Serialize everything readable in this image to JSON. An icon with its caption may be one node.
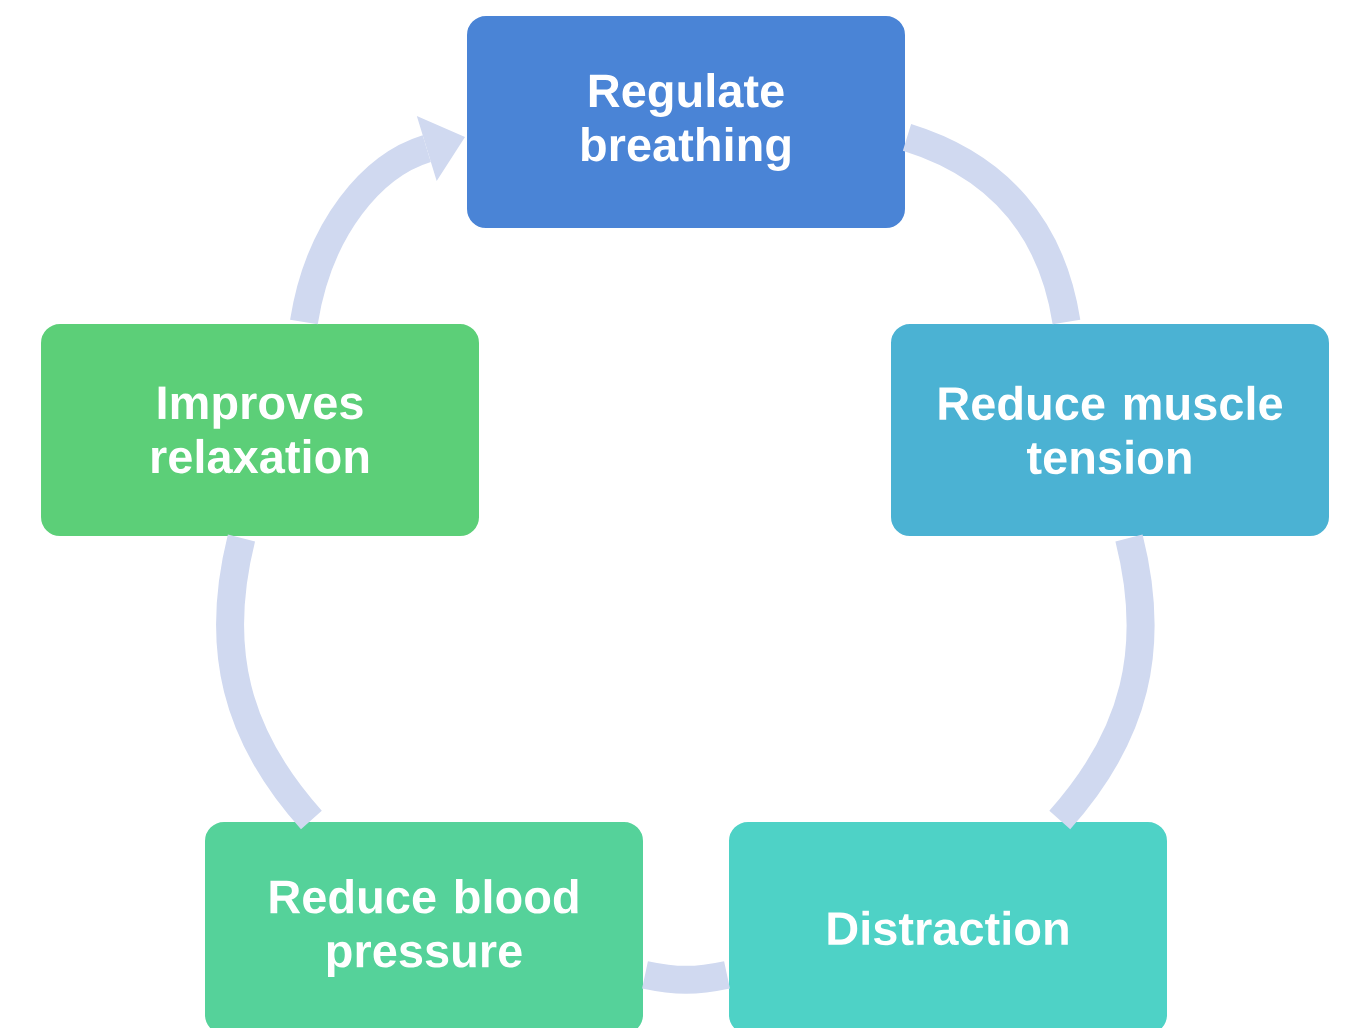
{
  "diagram": {
    "nodes": [
      {
        "text": [
          "Regulate breathing"
        ]
      },
      {
        "text": [
          "Reduce muscle tension"
        ]
      },
      {
        "text": [
          "Distraction"
        ]
      },
      {
        "text": [
          "Reduce blood pressure"
        ]
      },
      {
        "text": [
          "Improves relaxation"
        ]
      }
    ],
    "edges": [
      {
        "from": 0,
        "to": 1,
        "arrow": "none"
      },
      {
        "from": 1,
        "to": 2,
        "arrow": "none"
      },
      {
        "from": 2,
        "to": 3,
        "arrow": "none"
      },
      {
        "from": 3,
        "to": 4,
        "arrow": "none"
      },
      {
        "from": 4,
        "to": 0,
        "arrow": "to"
      }
    ]
  }
}
